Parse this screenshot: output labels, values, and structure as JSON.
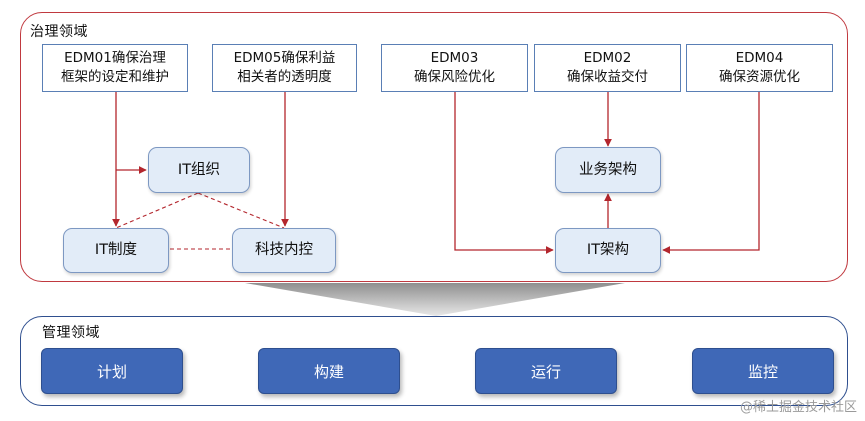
{
  "governance": {
    "title": "治理领域",
    "edm01": {
      "code": "EDM01",
      "text_a": "确保治理",
      "text_b": "框架的设定和维护"
    },
    "edm05": {
      "code": "EDM05",
      "text_a": "确保利益",
      "text_b": "相关者的透明度"
    },
    "edm03": {
      "code": "EDM03",
      "text": "确保风险优化"
    },
    "edm02": {
      "code": "EDM02",
      "text": "确保收益交付"
    },
    "edm04": {
      "code": "EDM04",
      "text": "确保资源优化"
    },
    "nodes": {
      "it_org": "IT组织",
      "it_policy": "IT制度",
      "tech_control": "科技内控",
      "business_arch": "业务架构",
      "it_arch": "IT架构"
    }
  },
  "management": {
    "title": "管理领域",
    "items": [
      "计划",
      "构建",
      "运行",
      "监控"
    ]
  },
  "watermark": "@稀土掘金技术社区",
  "colors": {
    "governance_border": "#c0393f",
    "management_border": "#2f4f8f",
    "arrow": "#b3262d",
    "node_fill": "#e2ecf8",
    "management_button": "#3f68b7"
  }
}
